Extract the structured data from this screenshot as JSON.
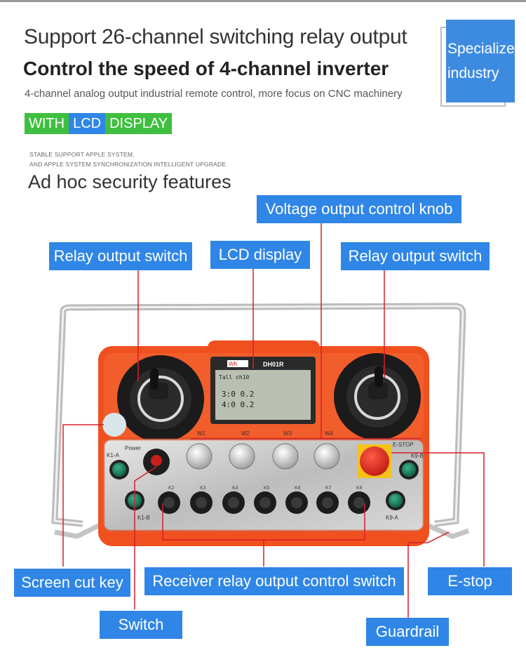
{
  "header": {
    "title_line1": "Support 26-channel switching relay output",
    "title_line2": "Control the speed of 4-channel inverter",
    "subtitle": "4-channel analog output industrial remote control, more focus on CNC machinery",
    "badge": {
      "line1": "Specialize",
      "line2": "industry"
    },
    "lcd_strip": {
      "part1": "WITH",
      "part2": "LCD",
      "part3": "DISPLAY"
    }
  },
  "security": {
    "small_line1": "STABLE SUPPORT APPLE SYSTEM,",
    "small_line2": "AND APPLE SYSTEM SYNCHRONIZATION INTELLIGENT UPGRADE",
    "title": "Ad hoc security features"
  },
  "callouts": {
    "voltage_knob": "Voltage output control knob",
    "relay_left": "Relay output switch",
    "lcd_display": "LCD display",
    "relay_right": "Relay output switch",
    "screen_cut": "Screen cut key",
    "receiver_relay": "Receiver relay output control switch",
    "estop": "E-stop",
    "switch": "Switch",
    "guardrail": "Guardrail"
  },
  "device": {
    "brand": "WK",
    "model": "DH01R",
    "lcd_lines": [
      "3:0      0.2",
      "4:0      0.2"
    ],
    "lcd_top": "Tall  ch10",
    "knob_labels": [
      "W1",
      "W2",
      "W3",
      "W4"
    ],
    "power_label": "Power",
    "estop_label": "E-STOP",
    "key_labels": {
      "k1a": "K1-A",
      "k1b": "K1-B",
      "k9a": "K9-A",
      "k9b": "K9-B"
    },
    "toggle_labels": [
      "K2",
      "K3",
      "K4",
      "K5",
      "K6",
      "K7",
      "K8"
    ]
  },
  "colors": {
    "accent_blue": "#2f86e6",
    "accent_green": "#3fbf3f",
    "body_orange": "#f0501e",
    "callout_line": "#d81e2a"
  }
}
